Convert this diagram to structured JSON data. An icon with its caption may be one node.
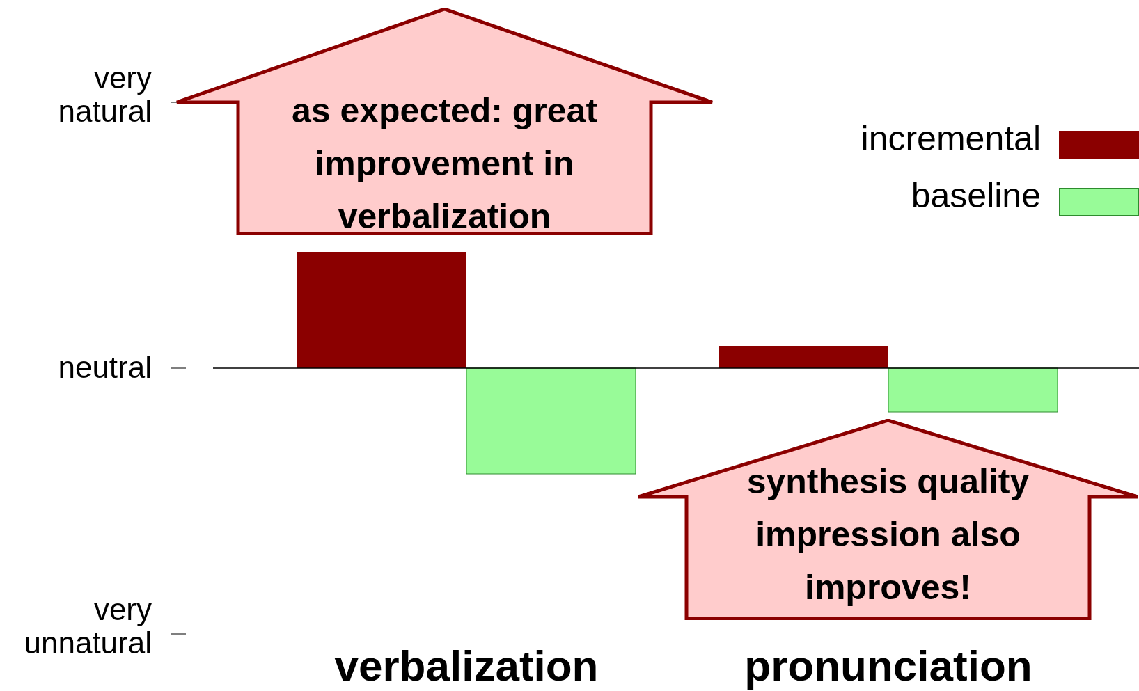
{
  "diagram": {
    "nodes": [
      {
        "text": [
          "as expected: great improvement in verbalization"
        ]
      },
      {
        "text": [
          "synthesis quality impression also improves!"
        ]
      }
    ],
    "edges": [],
    "labels": [
      "very natural",
      "neutral",
      "very unnatural",
      "verbalization",
      "pronunciation"
    ],
    "legend": [
      {
        "text": "incremental",
        "color": "#8b0000"
      },
      {
        "text": "baseline",
        "color": "#98fb98"
      }
    ]
  }
}
